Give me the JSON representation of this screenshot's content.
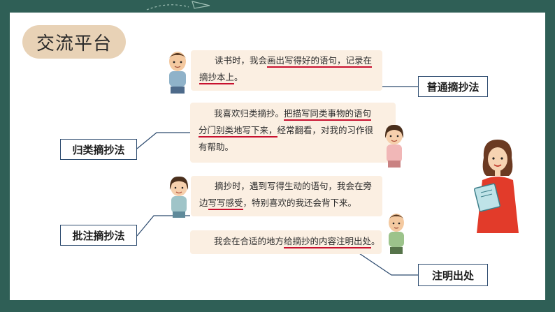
{
  "title": "交流平台",
  "bubbles": [
    {
      "lines": [
        {
          "pre": "读书时，我会",
          "u": "画出写得好的语句，记录在",
          "post": ""
        },
        {
          "pre": "",
          "u": "摘抄本上",
          "post": "。"
        }
      ]
    },
    {
      "lines": [
        {
          "pre": "我喜欢归类摘抄。",
          "u": "把描写同类事物的语句",
          "post": ""
        },
        {
          "pre": "",
          "u": "分门别类地写下来，",
          "post": "经常翻看，对我的习作很"
        },
        {
          "pre": "有帮助。",
          "u": "",
          "post": ""
        }
      ]
    },
    {
      "lines": [
        {
          "pre": "摘抄时，遇到写得生动的语句，我会在旁",
          "u": "",
          "post": ""
        },
        {
          "pre": "边",
          "u": "写写感受",
          "post": "，特别喜欢的我还会背下来。"
        }
      ]
    },
    {
      "lines": [
        {
          "pre": "我会在合适的地方",
          "u": "给摘抄的内容注明出处",
          "post": "。"
        }
      ]
    }
  ],
  "labels": {
    "ordinary": "普通摘抄法",
    "category": "归类摘抄法",
    "annotate": "批注摘抄法",
    "source": "注明出处"
  },
  "colors": {
    "background": "#2f5f56",
    "pill": "#e8d2b6",
    "bubble": "#fbefe2",
    "underline": "#c8102e",
    "connector": "#2c4a6e"
  }
}
